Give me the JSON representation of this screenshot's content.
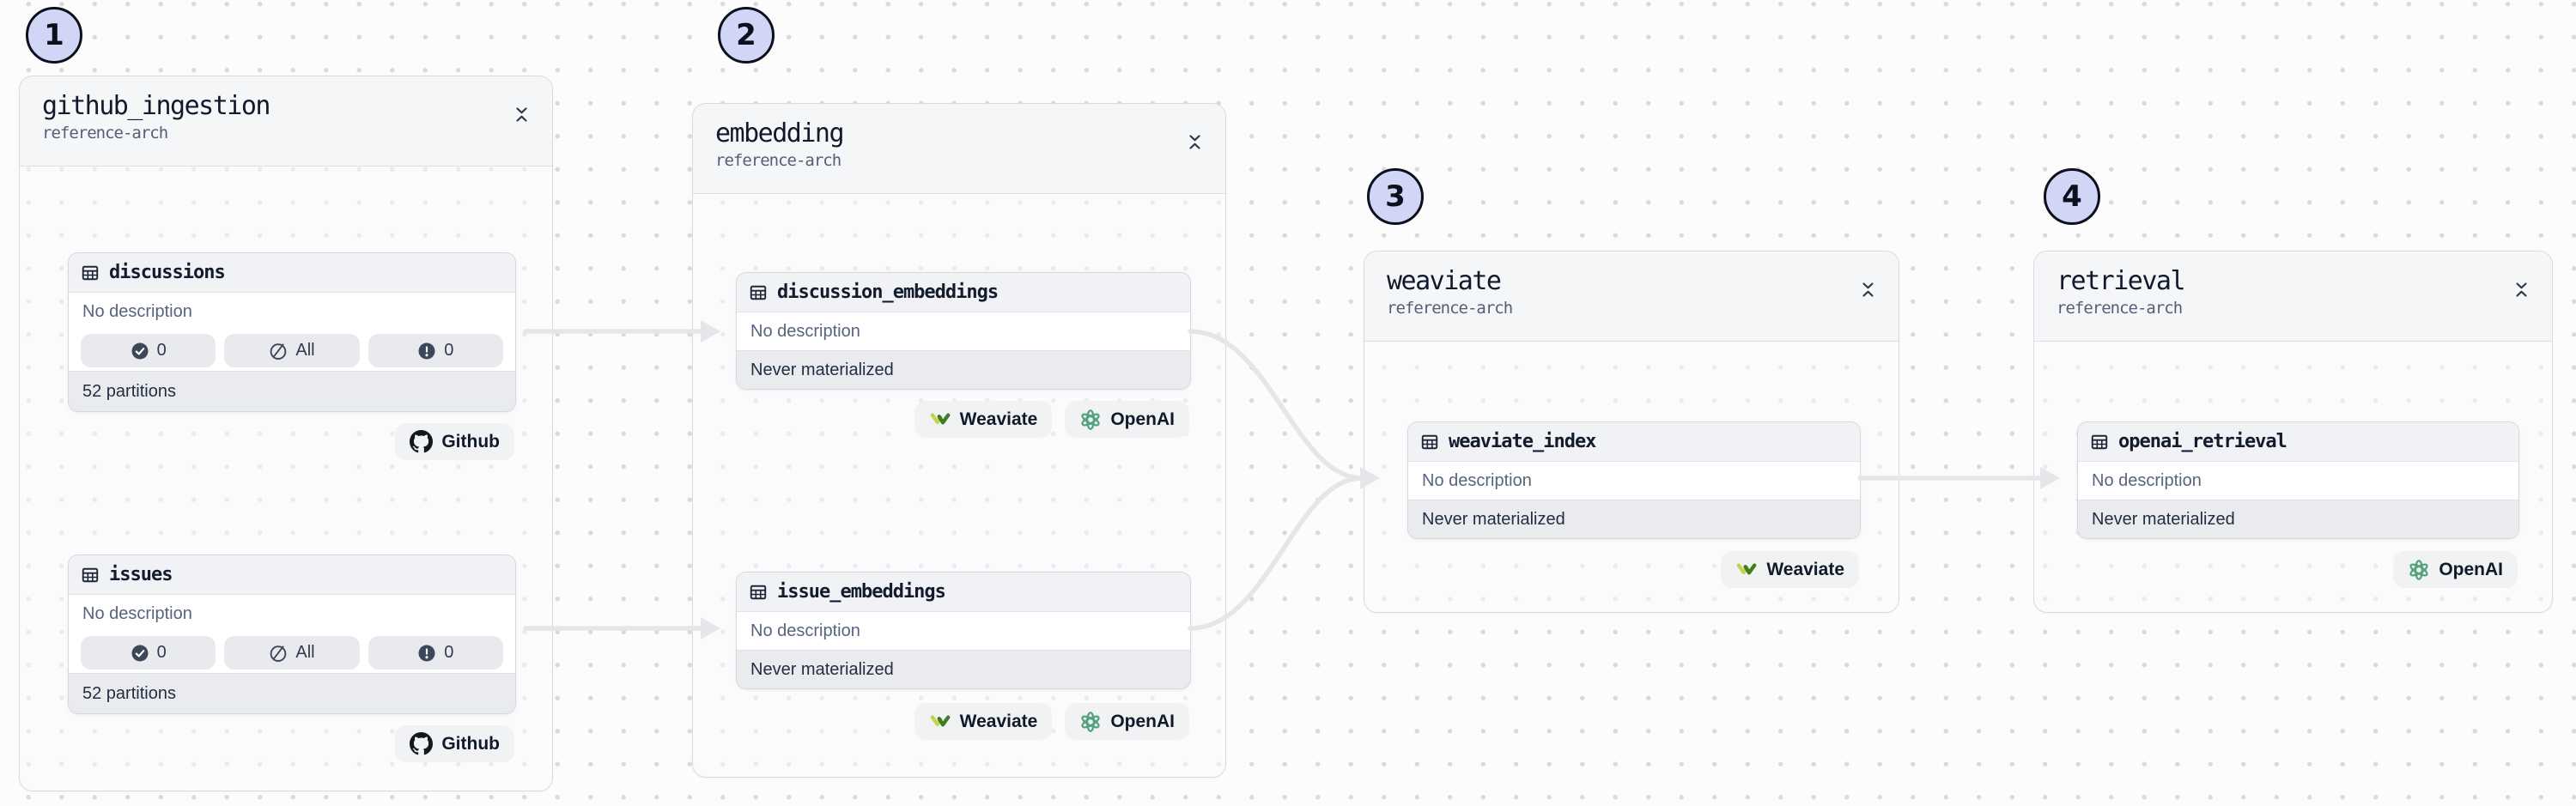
{
  "colors": {
    "canvas_bg": "#fcfcfd",
    "dot_grid": "#d8dade",
    "edge": "#e4e6ea",
    "step_badge_fill": "#d2d6f6",
    "step_badge_border": "#0c101d",
    "node_header_bg": "#f1f2f5",
    "status_row_bg": "#e9ebef",
    "tag_bg": "#f1f2f4",
    "weaviate_green_dark": "#3f7d1f",
    "weaviate_green_light": "#c3d34c",
    "openai_green": "#55a27e",
    "github_black": "#14171f"
  },
  "groups": [
    {
      "badge": "1",
      "title": "github_ingestion",
      "subtitle": "reference-arch",
      "collapse_icon": "collapse-chevrons-icon",
      "assets": [
        {
          "icon": "table-icon",
          "name": "discussions",
          "description": "No description",
          "pills": [
            {
              "icon": "check-circle-icon",
              "label": "0"
            },
            {
              "icon": "slash-circle-icon",
              "label": "All"
            },
            {
              "icon": "alert-circle-icon",
              "label": "0"
            }
          ],
          "footer": "52 partitions",
          "tags": [
            {
              "icon": "github-icon",
              "label": "Github"
            }
          ]
        },
        {
          "icon": "table-icon",
          "name": "issues",
          "description": "No description",
          "pills": [
            {
              "icon": "check-circle-icon",
              "label": "0"
            },
            {
              "icon": "slash-circle-icon",
              "label": "All"
            },
            {
              "icon": "alert-circle-icon",
              "label": "0"
            }
          ],
          "footer": "52 partitions",
          "tags": [
            {
              "icon": "github-icon",
              "label": "Github"
            }
          ]
        }
      ]
    },
    {
      "badge": "2",
      "title": "embedding",
      "subtitle": "reference-arch",
      "collapse_icon": "collapse-chevrons-icon",
      "assets": [
        {
          "icon": "table-icon",
          "name": "discussion_embeddings",
          "description": "No description",
          "status": "Never materialized",
          "tags": [
            {
              "icon": "weaviate-icon",
              "label": "Weaviate"
            },
            {
              "icon": "openai-icon",
              "label": "OpenAI"
            }
          ]
        },
        {
          "icon": "table-icon",
          "name": "issue_embeddings",
          "description": "No description",
          "status": "Never materialized",
          "tags": [
            {
              "icon": "weaviate-icon",
              "label": "Weaviate"
            },
            {
              "icon": "openai-icon",
              "label": "OpenAI"
            }
          ]
        }
      ]
    },
    {
      "badge": "3",
      "title": "weaviate",
      "subtitle": "reference-arch",
      "collapse_icon": "collapse-chevrons-icon",
      "assets": [
        {
          "icon": "table-icon",
          "name": "weaviate_index",
          "description": "No description",
          "status": "Never materialized",
          "tags": [
            {
              "icon": "weaviate-icon",
              "label": "Weaviate"
            }
          ]
        }
      ]
    },
    {
      "badge": "4",
      "title": "retrieval",
      "subtitle": "reference-arch",
      "collapse_icon": "collapse-chevrons-icon",
      "assets": [
        {
          "icon": "table-icon",
          "name": "openai_retrieval",
          "description": "No description",
          "status": "Never materialized",
          "tags": [
            {
              "icon": "openai-icon",
              "label": "OpenAI"
            }
          ]
        }
      ]
    }
  ]
}
